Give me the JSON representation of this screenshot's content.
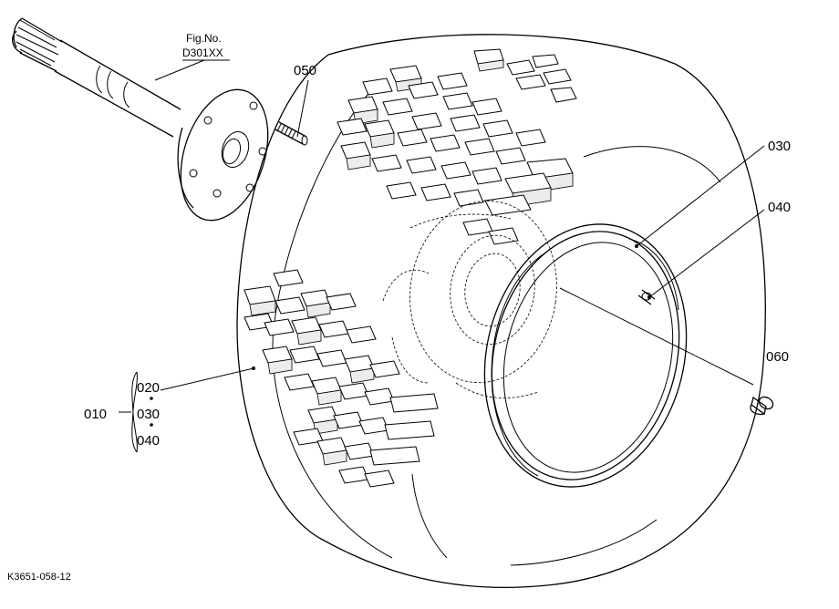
{
  "figure": {
    "fig_no_label": "Fig.No.",
    "fig_no_value": "D301XX",
    "drawing_id": "K3651-058-12"
  },
  "callouts": {
    "c050": "050",
    "c030": "030",
    "c040": "040",
    "c060": "060",
    "c010": "010",
    "c020": "020",
    "c030b": "030",
    "c040b": "040"
  }
}
